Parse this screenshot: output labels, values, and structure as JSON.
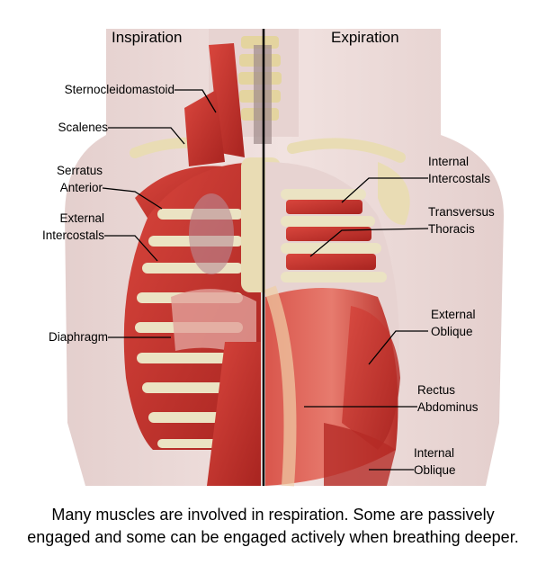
{
  "headings": {
    "left": "Inspiration",
    "right": "Expiration"
  },
  "labels": {
    "sternocleidomastoid": [
      "Sternocleidomastoid"
    ],
    "scalenes": [
      "Scalenes"
    ],
    "serratus_anterior": [
      "Serratus",
      "Anterior"
    ],
    "external_intercostals": [
      "External",
      "Intercostals"
    ],
    "diaphragm": [
      "Diaphragm"
    ],
    "internal_intercostals": [
      "Internal",
      "Intercostals"
    ],
    "transversus_thoracis": [
      "Transversus",
      "Thoracis"
    ],
    "external_oblique": [
      "External",
      "Oblique"
    ],
    "rectus_abdominus": [
      "Rectus",
      "Abdominus"
    ],
    "internal_oblique": [
      "Internal",
      "Oblique"
    ]
  },
  "caption": [
    "Many muscles are involved in respiration.  Some are passively",
    "engaged and some can be engaged actively when breathing deeper."
  ],
  "colors": {
    "muscle": "#c8312b",
    "muscle_light": "#e0584f",
    "bone": "#e9dcb4",
    "skin": "#ecdad8",
    "lung": "#b98a95",
    "divider": "#000000",
    "leader": "#000000"
  }
}
